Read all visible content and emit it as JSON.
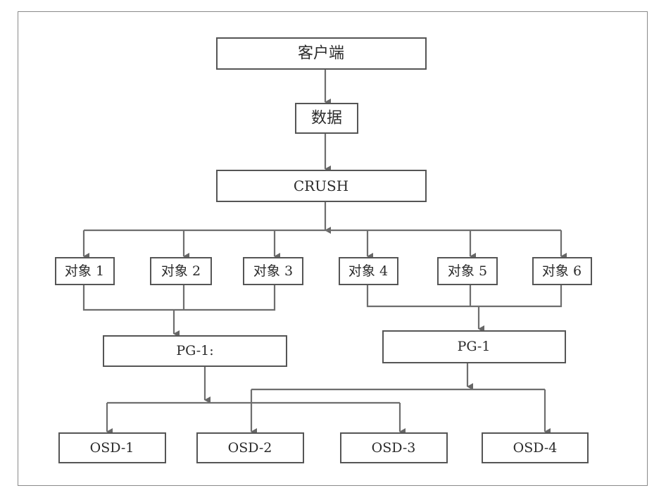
{
  "nodes": {
    "client": "客户端",
    "data": "数据",
    "crush": "CRUSH",
    "obj1": "对象 1",
    "obj2": "对象 2",
    "obj3": "对象 3",
    "obj4": "对象 4",
    "obj5": "对象 5",
    "obj6": "对象 6",
    "pg_left": "PG-1:",
    "pg_right": "PG-1",
    "osd1": "OSD-1",
    "osd2": "OSD-2",
    "osd3": "OSD-3",
    "osd4": "OSD-4"
  }
}
